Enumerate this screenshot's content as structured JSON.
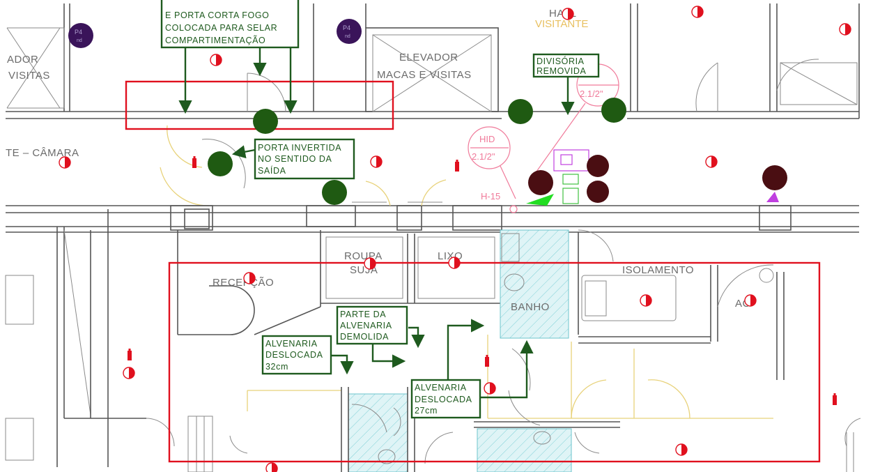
{
  "colors": {
    "note_green": "#1e5a1e",
    "highlight_red": "#e0101e",
    "wall_gray": "#555555",
    "hydrant_pink": "#f07a9a",
    "dark_green_dot": "#1f5a12",
    "dark_red_dot": "#4a0e12",
    "purple_dot": "#3a145a",
    "bathroom_cyan": "#6cc4cc",
    "smoke_red": "#e0101e"
  },
  "rooms": {
    "top_left_fragment": "ADOR",
    "top_left_visitas": "VISITAS",
    "elevador_line1": "ELEVADOR",
    "elevador_line2": "MACAS E VISITAS",
    "hall": "HALL",
    "visitante": "VISITANTE",
    "camara": "TE – CÂMARA",
    "roupa_line1": "ROUPA",
    "roupa_line2": "SUJA",
    "lixo": "LIXO",
    "recepcao": "RECEPÇÃO",
    "banho": "BANHO",
    "isolamento": "ISOLAMENTO",
    "ac": "AC"
  },
  "notes": {
    "top_note": [
      "E PORTA CORTA FOGO",
      "COLOCADA PARA SELAR",
      "COMPARTIMENTAÇÃO"
    ],
    "divisoria": [
      "DIVISÓRIA",
      "REMOVIDA"
    ],
    "porta_invertida": [
      "PORTA INVERTIDA",
      "NO SENTIDO DA",
      "SAÍDA"
    ],
    "parte_alvenaria": [
      "PARTE DA",
      "ALVENARIA",
      "DEMOLIDA"
    ],
    "alvenaria_32": [
      "ALVENARIA",
      "DESLOCADA",
      "32cm"
    ],
    "alvenaria_27": [
      "ALVENARIA",
      "DESLOCADA",
      "27cm"
    ]
  },
  "symbols": {
    "p4_label": "P4",
    "p4_sub": "nd",
    "hydrant_label": "HID",
    "hydrant_size": "2.1/2\"",
    "hose_tag": "H-15"
  },
  "legend_icons": [
    "smoke-detector-icon",
    "fire-extinguisher-icon",
    "emergency-light-icon",
    "fire-alarm-icon",
    "hydrant-icon"
  ]
}
